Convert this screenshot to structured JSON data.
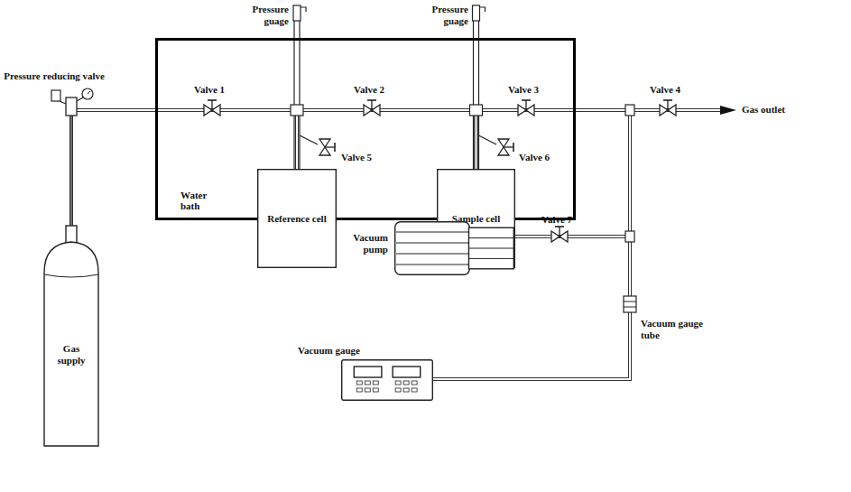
{
  "diagram": {
    "nodes": [
      {
        "text": [
          "Gas supply"
        ]
      },
      {
        "text": [
          "Water bath"
        ]
      },
      {
        "text": [
          "Reference cell"
        ],
        "in": 1
      },
      {
        "text": [
          "Sample cell"
        ],
        "in": 1
      },
      {
        "text": [
          "Vacuum pump"
        ]
      },
      {
        "text": [
          "Vacuum gauge"
        ]
      }
    ],
    "edges": [
      {
        "from": 0,
        "to": 2,
        "arrow": "none"
      },
      {
        "from": 2,
        "to": 3,
        "arrow": "none"
      },
      {
        "from": 3,
        "to": 4,
        "arrow": "none"
      },
      {
        "from": 3,
        "to": 5,
        "arrow": "none"
      }
    ],
    "labels": [
      "Pressure reducing valve",
      "Pressure guage",
      "Pressure guage",
      "Valve 1",
      "Valve 2",
      "Valve 3",
      "Valve 4",
      "Valve 5",
      "Valve 6",
      "Valve 7",
      "Gas outlet",
      "Vacuum gauge tube"
    ]
  }
}
